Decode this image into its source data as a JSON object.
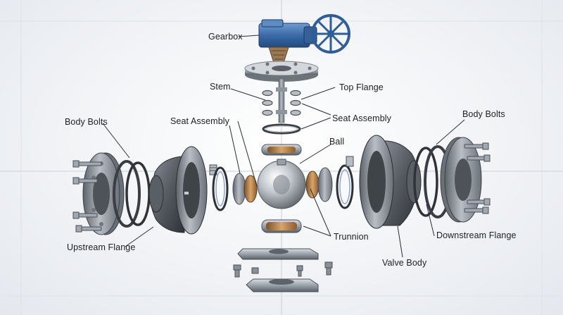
{
  "labels": {
    "gearbox": "Gearbox",
    "stem": "Stem",
    "top_flange": "Top Flange",
    "seat_assembly_left": "Seat Assembly",
    "seat_assembly_right": "Seat Assembly",
    "body_bolts_left": "Body Bolts",
    "body_bolts_right": "Body Bolts",
    "ball": "Ball",
    "trunnion": "Trunnion",
    "upstream_flange": "Upstream Flange",
    "downstream_flange": "Downstream Flange",
    "valve_body": "Valve Body"
  },
  "colors": {
    "gearbox_blue": "#3b6aa8",
    "steel": "#8d939b",
    "dark_steel": "#4a4f56",
    "brass": "#b8834a",
    "leader": "#2a2d33"
  }
}
